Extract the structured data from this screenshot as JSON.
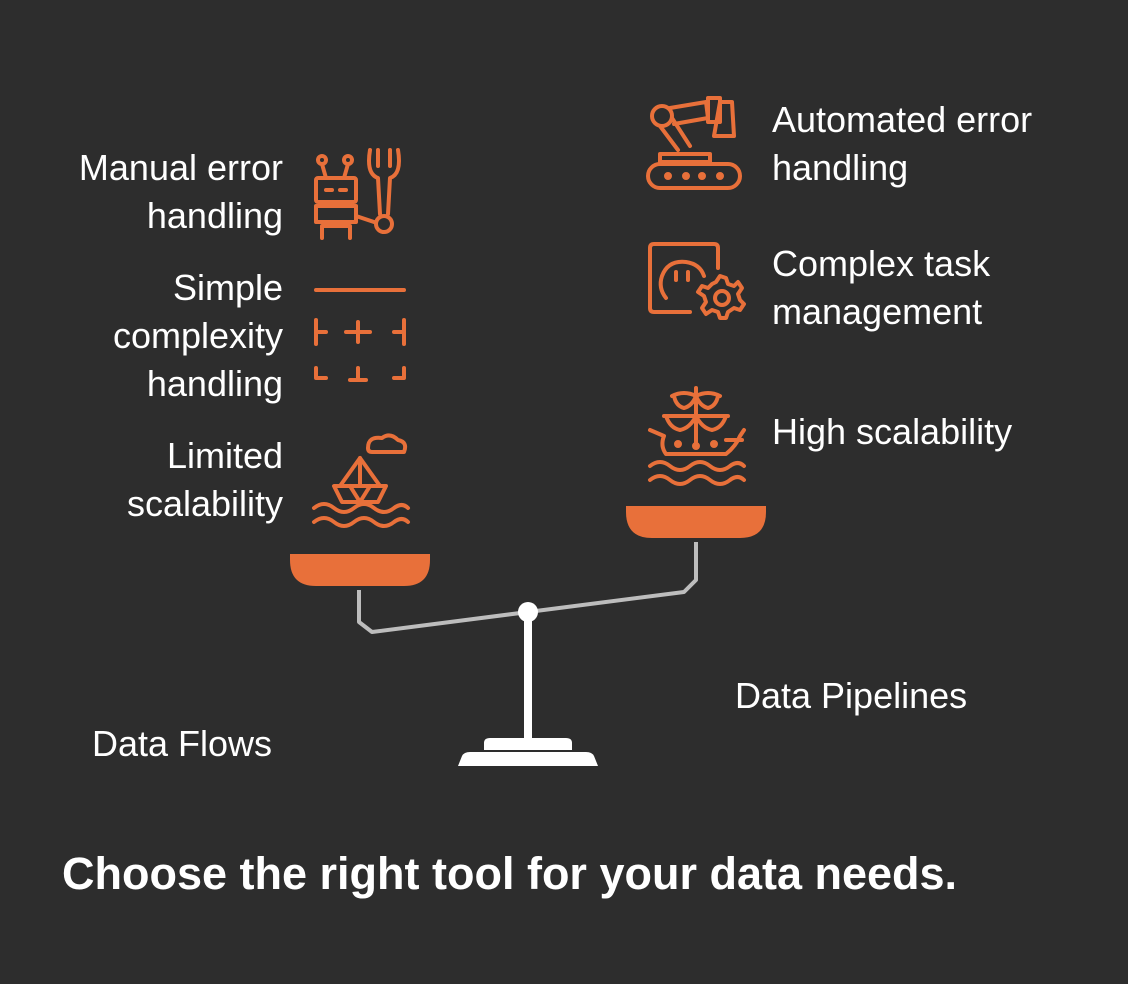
{
  "left": {
    "title": "Data Flows",
    "items": [
      {
        "label": "Manual error\nhandling",
        "icon": "robot-wrench-icon"
      },
      {
        "label": "Simple\ncomplexity\nhandling",
        "icon": "frame-plus-icon"
      },
      {
        "label": "Limited\nscalability",
        "icon": "small-boat-icon"
      }
    ]
  },
  "right": {
    "title": "Data Pipelines",
    "items": [
      {
        "label": "Automated error\nhandling",
        "icon": "robotic-arm-icon"
      },
      {
        "label": "Complex task\nmanagement",
        "icon": "screen-gear-icon"
      },
      {
        "label": "High scalability",
        "icon": "sailing-ship-icon"
      }
    ]
  },
  "caption": "Choose the right tool for your data needs.",
  "colors": {
    "background": "#2d2d2d",
    "accent": "#e8703a",
    "beam": "#bdbdbd",
    "text": "#ffffff"
  }
}
